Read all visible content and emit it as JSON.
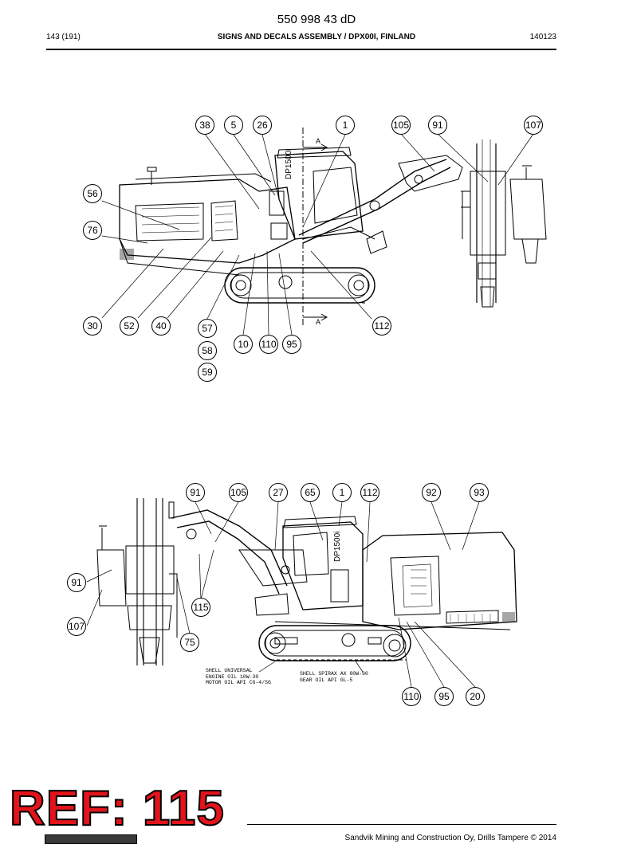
{
  "header": {
    "doc_number": "550 998 43 dD",
    "page": "143 (191)",
    "title": "SIGNS AND DECALS ASSEMBLY / DPX00I, FINLAND",
    "date_code": "140123"
  },
  "view1": {
    "model_text": "DP1500i",
    "section_mark": "A",
    "callouts": [
      "38",
      "5",
      "26",
      "1",
      "105",
      "91",
      "107",
      "56",
      "76",
      "30",
      "52",
      "40",
      "57",
      "58",
      "59",
      "10",
      "110",
      "95",
      "112"
    ]
  },
  "view2": {
    "model_text": "DP1500i",
    "callouts": [
      "91",
      "105",
      "27",
      "65",
      "1",
      "112",
      "92",
      "93",
      "91",
      "107",
      "115",
      "75",
      "110",
      "95",
      "20"
    ],
    "oil_left": [
      "SHELL UNIVERSAL",
      "ENGINE OIL 10W-30",
      "MOTOR OIL API CG-4/SG"
    ],
    "oil_right": [
      "SHELL SPIRAX AX 80W-90",
      "GEAR OIL API GL-5"
    ]
  },
  "ref_stamp": "REF: 115",
  "footer": {
    "copyright": "Sandvik Mining and Construction Oy, Drills Tampere © 2014"
  }
}
